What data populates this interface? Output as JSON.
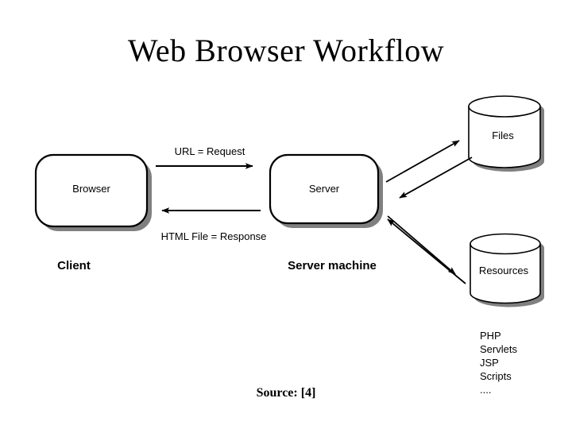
{
  "slide": {
    "title": "Web Browser Workflow",
    "source_note": "Source: [4]",
    "background_color": "#ffffff",
    "stroke_color": "#000000",
    "shadow_color": "#808080"
  },
  "nodes": {
    "browser": {
      "label": "Browser",
      "shape": "rounded-rectangle"
    },
    "server": {
      "label": "Server",
      "shape": "rounded-rectangle"
    },
    "files": {
      "label": "Files",
      "shape": "cylinder"
    },
    "resources": {
      "label": "Resources",
      "shape": "cylinder"
    }
  },
  "edges": {
    "request": {
      "label": "URL = Request",
      "direction": "browser-to-server"
    },
    "response": {
      "label": "HTML File = Response",
      "direction": "server-to-browser"
    },
    "files_out": {
      "label": "",
      "direction": "server-to-files"
    },
    "files_in": {
      "label": "",
      "direction": "files-to-server"
    },
    "resources_out": {
      "label": "",
      "direction": "server-to-resources"
    },
    "resources_in": {
      "label": "",
      "direction": "resources-to-server"
    }
  },
  "zones": {
    "client": "Client",
    "server_machine": "Server machine"
  },
  "tech_list": [
    "PHP",
    "Servlets",
    "JSP",
    "Scripts",
    "...."
  ]
}
